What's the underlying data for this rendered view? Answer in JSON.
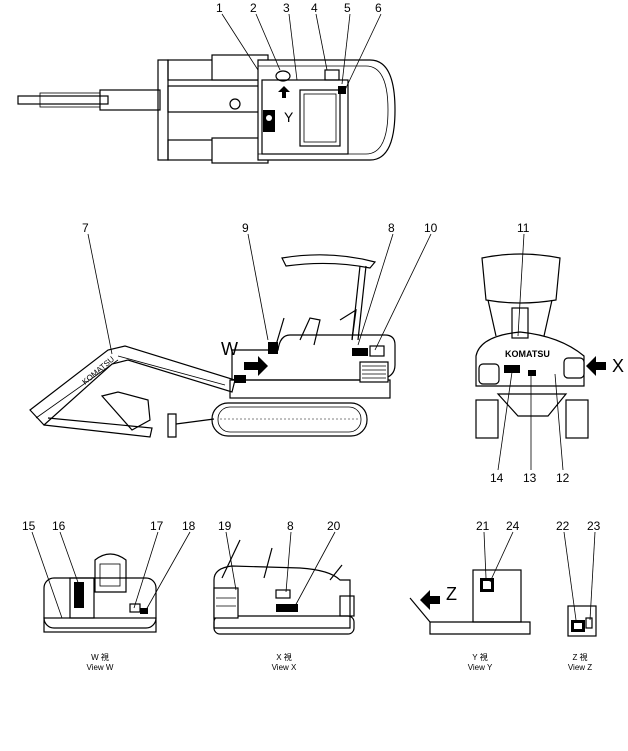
{
  "diagram": {
    "callouts": [
      "1",
      "2",
      "3",
      "4",
      "5",
      "6",
      "7",
      "8",
      "9",
      "10",
      "11",
      "12",
      "13",
      "14",
      "15",
      "16",
      "17",
      "18",
      "19",
      "20",
      "21",
      "22",
      "23",
      "24"
    ],
    "view_letters": {
      "w": "W",
      "x": "X",
      "y": "Y",
      "z": "Z"
    },
    "brand_text": "KOMATSU",
    "views": [
      {
        "jp": "W 視",
        "en": "View W"
      },
      {
        "jp": "X 視",
        "en": "View X"
      },
      {
        "jp": "Y 視",
        "en": "View Y"
      },
      {
        "jp": "Z 視",
        "en": "View Z"
      }
    ]
  }
}
